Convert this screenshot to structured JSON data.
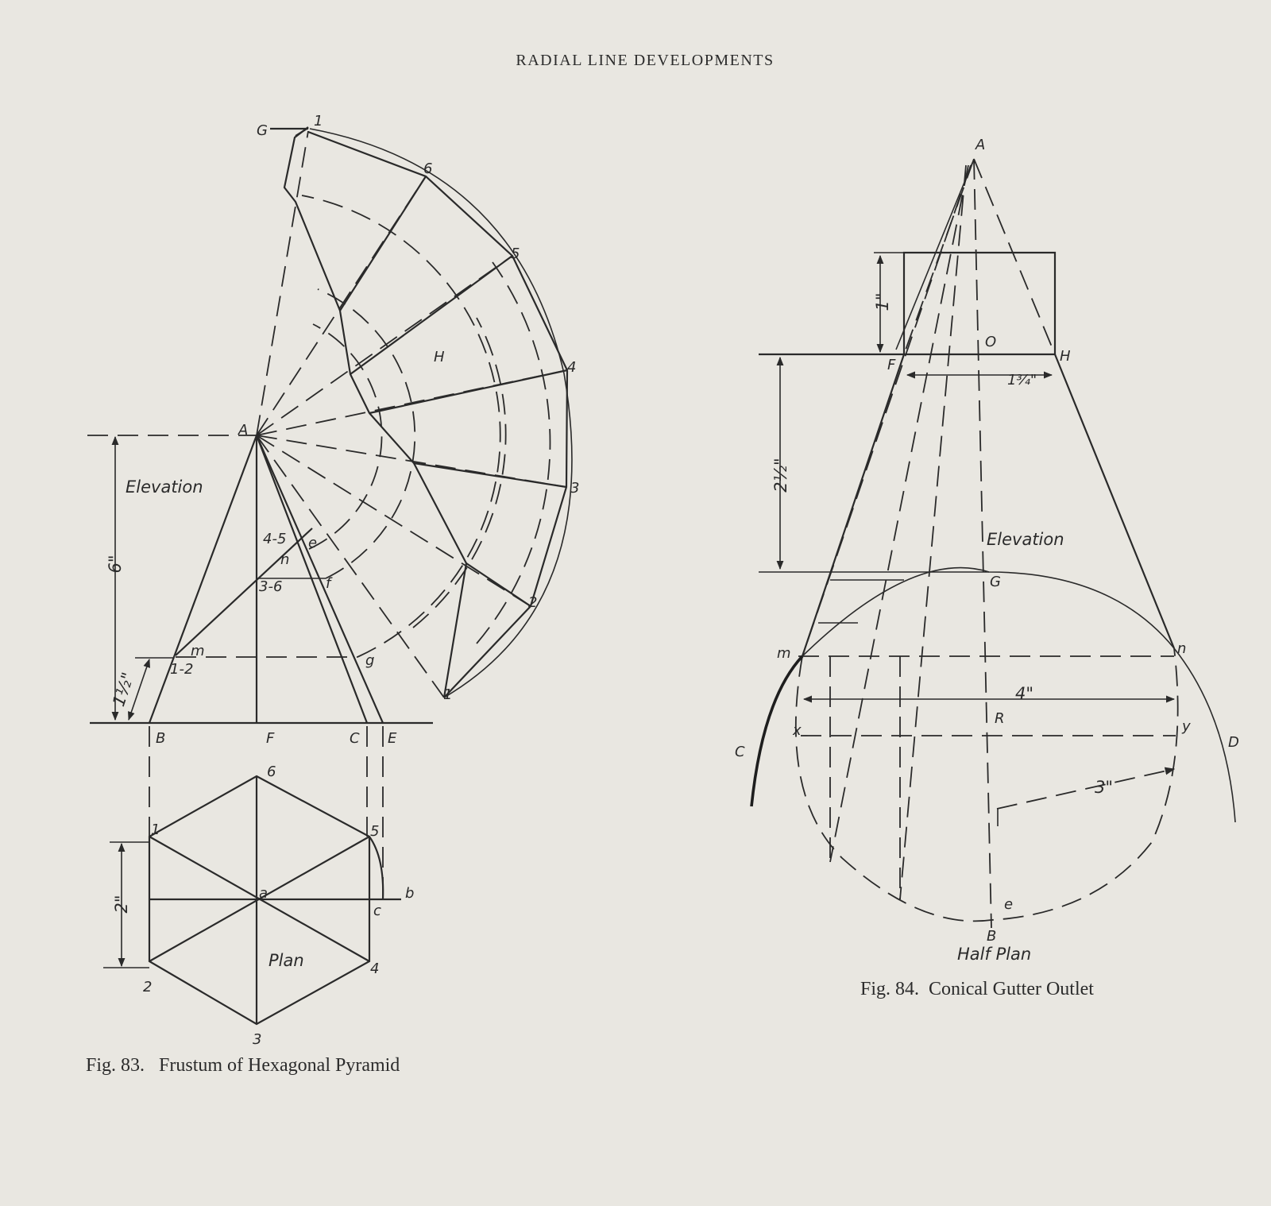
{
  "page": {
    "running_head": "RADIAL LINE DEVELOPMENTS"
  },
  "fig83": {
    "caption": "Fig. 83.   Frustum of Hexagonal Pyramid",
    "labels": {
      "A": "A",
      "B": "B",
      "F": "F",
      "C": "C",
      "E": "E",
      "H": "H",
      "G": "G",
      "m": "m",
      "n": "n",
      "e": "e",
      "f": "f",
      "g": "g",
      "p12": "1-2",
      "p36": "3-6",
      "p45": "4-5",
      "d1": "1",
      "d2": "2",
      "d3": "3",
      "d4": "4",
      "d5": "5",
      "d6": "6",
      "h1": "1",
      "h2": "2",
      "h3": "3",
      "h4": "4",
      "h5": "5",
      "h6": "6",
      "a": "a",
      "b": "b",
      "c": "c"
    },
    "views": {
      "elevation": "Elevation",
      "plan": "Plan"
    },
    "dimensions": {
      "height": "6\"",
      "cut": "1½\"",
      "plan": "2\""
    }
  },
  "fig84": {
    "caption": "Fig. 84.  Conical Gutter Outlet",
    "labels": {
      "A": "A",
      "O": "O",
      "F": "F",
      "H": "H",
      "G": "G",
      "m": "m",
      "n": "n",
      "R": "R",
      "x": "x",
      "y": "y",
      "C": "C",
      "D": "D",
      "e": "e",
      "B": "B"
    },
    "views": {
      "elevation": "Elevation",
      "half_plan": "Half Plan"
    },
    "dimensions": {
      "top": "1\"",
      "height": "2½\"",
      "top_width": "1¾\"",
      "width": "4\"",
      "radius": "3\""
    }
  }
}
